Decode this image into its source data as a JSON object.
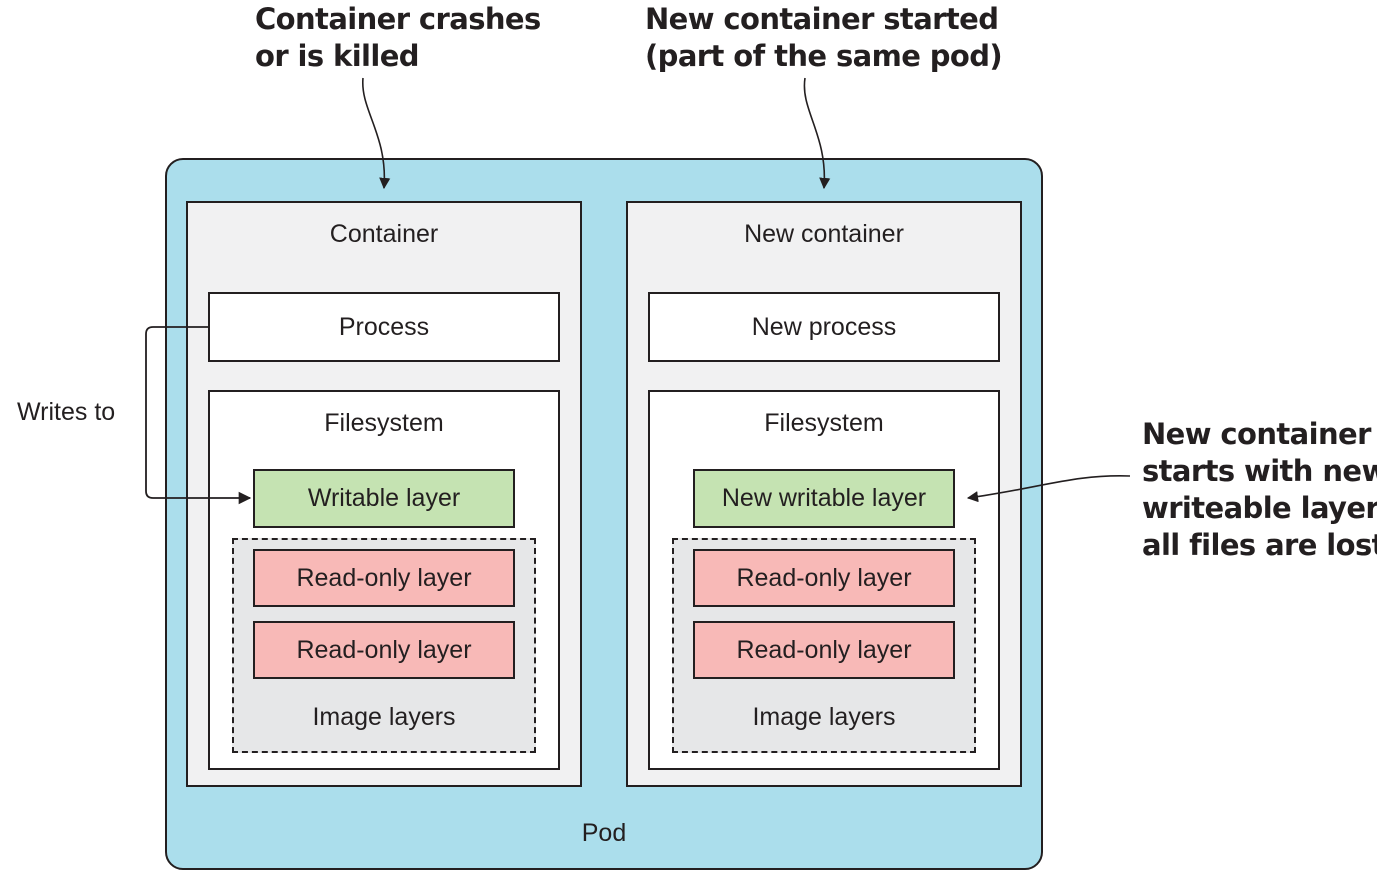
{
  "callouts": {
    "top_left": [
      "Container crashes",
      "or is killed"
    ],
    "top_right": [
      "New container started",
      "(part of the same pod)"
    ],
    "right": [
      "New container",
      "starts with new",
      "writeable layer:",
      "all files are lost"
    ]
  },
  "writes_to_label": "Writes to",
  "pod": {
    "label": "Pod",
    "fill_color": "#abdeec"
  },
  "containers": [
    {
      "title": "Container",
      "process": "Process",
      "filesystem": {
        "title": "Filesystem",
        "writable_layer": "Writable layer",
        "readonly_layers": [
          "Read-only layer",
          "Read-only layer"
        ],
        "image_layers_label": "Image layers"
      }
    },
    {
      "title": "New container",
      "process": "New process",
      "filesystem": {
        "title": "Filesystem",
        "writable_layer": "New writable layer",
        "readonly_layers": [
          "Read-only layer",
          "Read-only layer"
        ],
        "image_layers_label": "Image layers"
      }
    }
  ],
  "colors": {
    "container_fill": "#f1f1f2",
    "writable_fill": "#c5e3b2",
    "readonly_fill": "#f8b9b7",
    "image_layers_fill": "#e6e7e8",
    "outline": "#231f20"
  }
}
